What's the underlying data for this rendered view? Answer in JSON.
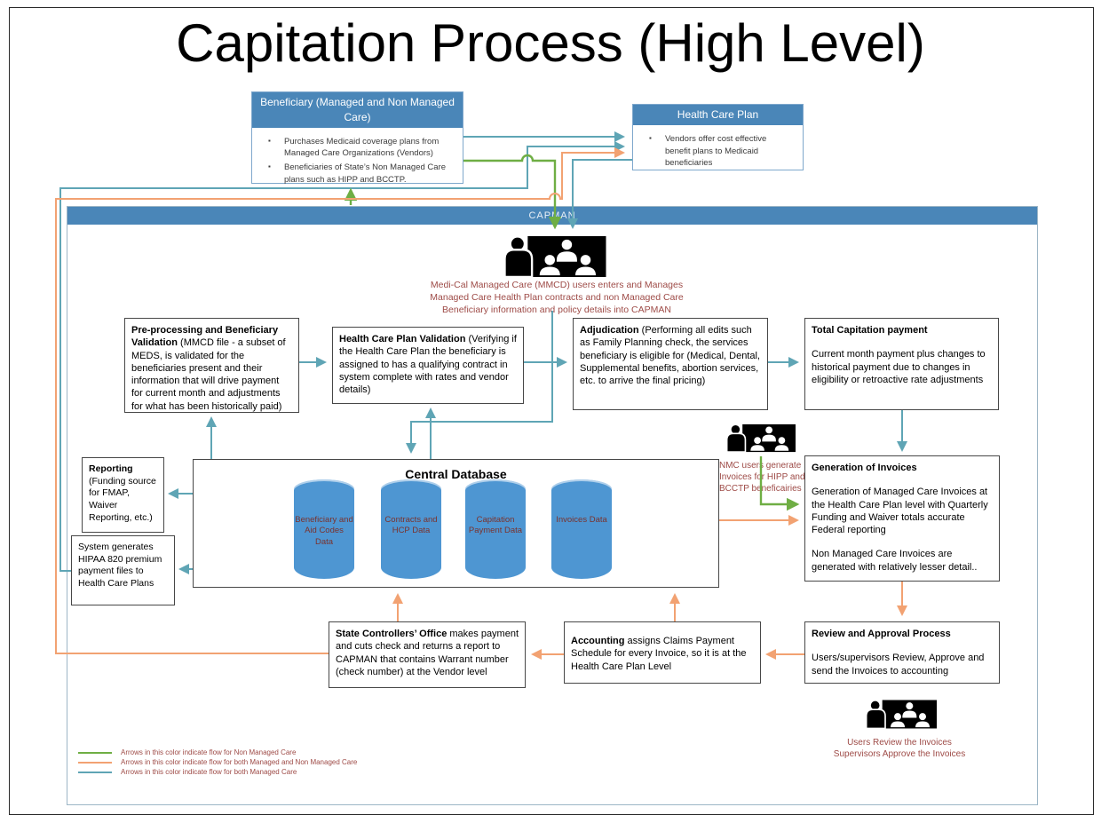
{
  "title": "Capitation Process (High Level)",
  "capman": {
    "label": "CAPMAN"
  },
  "colors": {
    "teal": "#5FA5B5",
    "green": "#6FAE44",
    "orange": "#F2A272",
    "header_blue": "#4A86B8",
    "cylinder_blue": "#4E96D2",
    "cylinder_text": "#7A322D",
    "caption_maroon": "#9E4B47"
  },
  "top_boxes": {
    "beneficiary": {
      "title": "Beneficiary (Managed and Non Managed Care)",
      "bullets": [
        "Purchases Medicaid coverage plans from Managed Care Organizations (Vendors)",
        "Beneficiaries of State’s Non Managed Care plans such as HIPP and BCCTP."
      ]
    },
    "health_care_plan": {
      "title": "Health Care Plan",
      "bullets": [
        "Vendors offer cost effective benefit plans to Medicaid beneficiaries"
      ]
    }
  },
  "captions": {
    "mmcd_users": "Medi-Cal Managed Care (MMCD) users  enters and Manages\nManaged Care Health  Plan contracts and non Managed Care\nBeneficiary information and policy details into CAPMAN",
    "nmc_users": "NMC users generate\nInvoices for  HIPP and\nBCCTP beneficairies",
    "review_users": "Users Review the Invoices\nSupervisors Approve the Invoices"
  },
  "boxes": {
    "preprocessing": {
      "bold": "Pre-processing and Beneficiary Validation",
      "rest": " (MMCD file - a subset of MEDS, is validated for the beneficiaries present and their information that will drive payment for current month and adjustments for what has been historically paid)"
    },
    "hcp_validation": {
      "bold": "Health Care Plan Validation",
      "rest": " (Verifying if the Health Care Plan the beneficiary is assigned to has a qualifying contract in system complete with rates and vendor details)"
    },
    "adjudication": {
      "bold": "Adjudication",
      "rest": " (Performing all edits such as Family Planning check, the services beneficiary is eligible for (Medical, Dental, Supplemental benefits, abortion services, etc. to arrive the final pricing)"
    },
    "total_capitation": {
      "title": "Total Capitation payment",
      "body": "Current month payment plus changes to historical payment due to changes in eligibility or retroactive rate adjustments"
    },
    "reporting": {
      "bold": "Reporting",
      "rest": "(Funding source for FMAP, Waiver Reporting, etc.)"
    },
    "hipaa820": {
      "text": "System generates HIPAA 820 premium payment files to Health Care Plans"
    },
    "generation_invoices": {
      "title": "Generation of Invoices",
      "body1": "Generation of Managed Care Invoices at the Health Care Plan level with Quarterly Funding and Waiver totals accurate Federal reporting",
      "body2": "Non Managed Care Invoices are generated with relatively lesser detail.."
    },
    "sco": {
      "bold": "State Controllers’ Office",
      "rest": " makes payment and cuts check and returns a report to CAPMAN that contains Warrant number (check number) at the Vendor level"
    },
    "accounting": {
      "bold": "Accounting",
      "rest": " assigns Claims Payment Schedule for every Invoice, so it is at the Health Care Plan Level"
    },
    "review_approval": {
      "title": "Review and Approval Process",
      "body": "Users/supervisors Review, Approve and send the Invoices to accounting"
    }
  },
  "database": {
    "title": "Central Database",
    "cylinders": [
      "Beneficiary and Aid Codes Data",
      "Contracts and HCP Data",
      "Capitation Payment Data",
      "Invoices Data"
    ]
  },
  "legend": [
    {
      "color_key": "green",
      "text": "Arrows in this color indicate flow for Non Managed Care"
    },
    {
      "color_key": "orange",
      "text": "Arrows in this color indicate flow for both Managed and Non Managed Care"
    },
    {
      "color_key": "teal",
      "text": "Arrows in this color indicate flow for both Managed Care"
    }
  ]
}
